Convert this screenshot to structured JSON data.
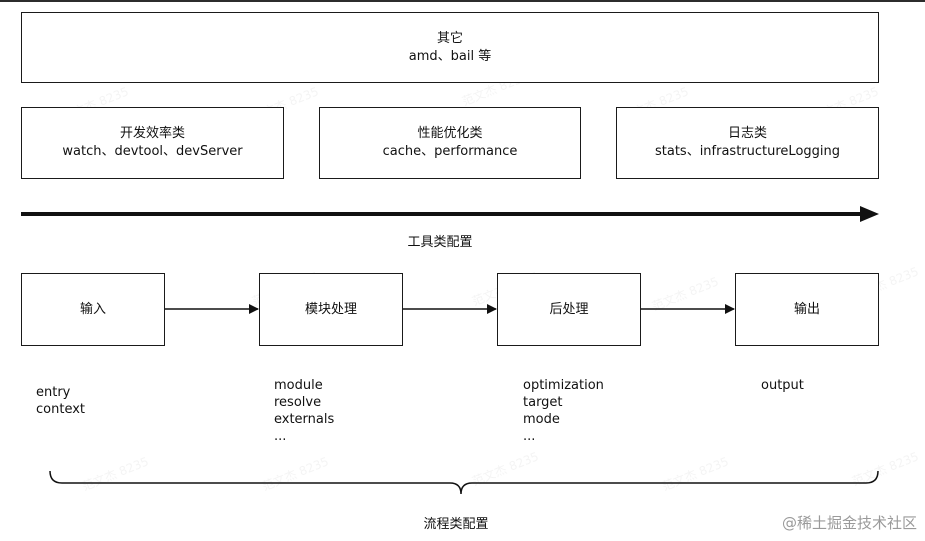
{
  "tool_section": {
    "top_box": {
      "title": "其它",
      "subtitle": "amd、bail 等"
    },
    "boxes": [
      {
        "title": "开发效率类",
        "subtitle": "watch、devtool、devServer"
      },
      {
        "title": "性能优化类",
        "subtitle": "cache、performance"
      },
      {
        "title": "日志类",
        "subtitle": "stats、infrastructureLogging"
      }
    ],
    "caption": "工具类配置"
  },
  "flow_section": {
    "steps": [
      "输入",
      "模块处理",
      "后处理",
      "输出"
    ],
    "params": [
      [
        "entry",
        "context"
      ],
      [
        "module",
        "resolve",
        "externals",
        "..."
      ],
      [
        "optimization",
        "target",
        "mode",
        "..."
      ],
      [
        "output"
      ]
    ],
    "caption": "流程类配置"
  },
  "watermark_text": "范文杰 8235",
  "brand": "@稀土掘金技术社区"
}
